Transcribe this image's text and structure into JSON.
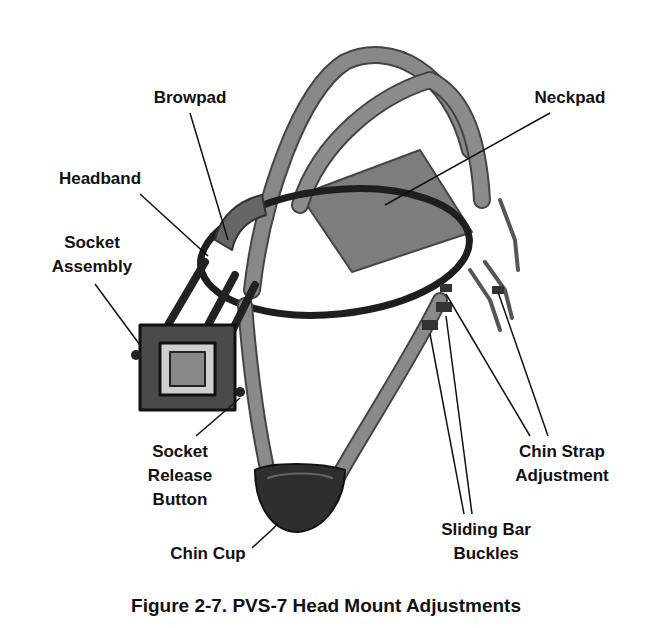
{
  "diagram": {
    "caption": "Figure 2-7. PVS-7 Head Mount Adjustments",
    "labels": [
      "Browpad",
      "Neckpad",
      "Headband",
      "Socket Assembly",
      "Socket Release Button",
      "Chin Cup",
      "Chin Strap Adjustment",
      "Sliding Bar Buckles"
    ]
  }
}
